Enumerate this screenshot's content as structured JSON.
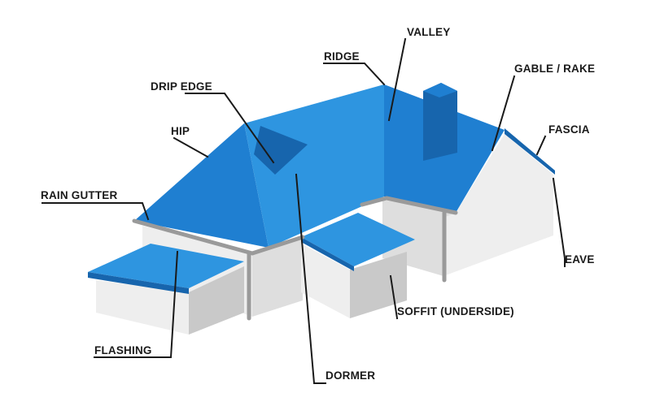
{
  "labels": {
    "valley": "VALLEY",
    "ridge": "RIDGE",
    "gable_rake": "GABLE / RAKE",
    "drip_edge": "DRIP EDGE",
    "hip": "HIP",
    "fascia": "FASCIA",
    "rain_gutter": "RAIN GUTTER",
    "eave": "EAVE",
    "soffit": "SOFFIT (UNDERSIDE)",
    "flashing": "FLASHING",
    "dormer": "DORMER"
  },
  "colors": {
    "roof": "#1f7fd1",
    "roof_light": "#2e95e0",
    "roof_dark": "#1765ad",
    "wall": "#eeeeee",
    "gutter": "#9a9a9a",
    "text": "#1a1a1a"
  }
}
